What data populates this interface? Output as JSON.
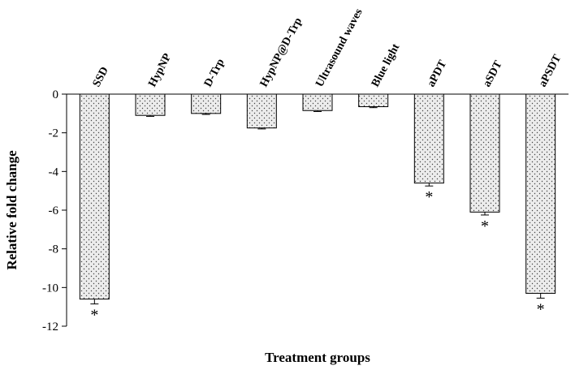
{
  "chart_data": {
    "type": "bar",
    "title": "",
    "xlabel": "Treatment groups",
    "ylabel": "Relative fold change",
    "ylim": [
      -12,
      0
    ],
    "yticks": [
      0,
      -2,
      -4,
      -6,
      -8,
      -10,
      -12
    ],
    "categories": [
      "SSD",
      "HypNP",
      "D-Trp",
      "HypNP@D-Trp",
      "Ultrasound waves",
      "Blue light",
      "aPDT",
      "aSDT",
      "aPSDT"
    ],
    "values": [
      -10.6,
      -1.1,
      -1.0,
      -1.75,
      -0.85,
      -0.65,
      -4.6,
      -6.1,
      -10.3
    ],
    "errors": [
      0.25,
      0.05,
      0.05,
      0.05,
      0.05,
      0.05,
      0.15,
      0.15,
      0.25
    ],
    "significance": [
      "*",
      "",
      "",
      "",
      "",
      "",
      "*",
      "*",
      "*"
    ],
    "grid": false,
    "bar_fill": "#e6e6e6",
    "bar_pattern": "dotted",
    "bar_edge": "#000000"
  }
}
